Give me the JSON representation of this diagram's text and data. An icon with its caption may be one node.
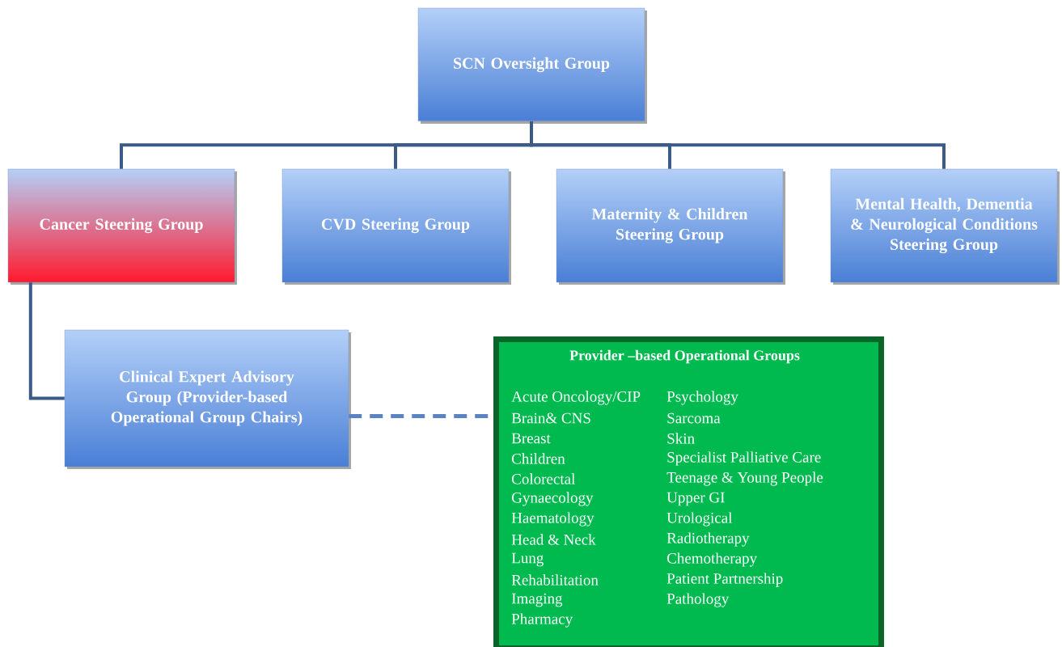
{
  "diagram": {
    "nodes": [
      {
        "text": [
          "SCN Oversight Group"
        ]
      },
      {
        "text": [
          "Cancer Steering Group"
        ]
      },
      {
        "text": [
          "CVD Steering Group"
        ]
      },
      {
        "text": [
          "Maternity & Children Steering Group"
        ]
      },
      {
        "text": [
          "Mental Health, Dementia & Neurological Conditions Steering Group"
        ]
      },
      {
        "text": [
          "Clinical Expert Advisory Group (Provider-based Operational Group Chairs)"
        ]
      },
      {
        "text": [
          "Provider –based Operational Groups",
          "Acute Oncology/CIP",
          "Brain& CNS",
          "Breast",
          "Children",
          "Colorectal",
          "Gynaecology",
          "Haematology",
          "Head & Neck",
          "Lung",
          "Rehabilitation",
          "Imaging",
          "Pharmacy",
          "Psychology",
          "Sarcoma",
          "Skin",
          "Specialist Palliative Care",
          "Teenage & Young People",
          "Upper GI",
          "Urological",
          "Radiotherapy",
          "Chemotherapy",
          "Patient Partnership",
          "Pathology"
        ]
      }
    ],
    "edges": [
      {
        "from": 0,
        "to": 1,
        "arrow": "none"
      },
      {
        "from": 0,
        "to": 2,
        "arrow": "none"
      },
      {
        "from": 0,
        "to": 3,
        "arrow": "none"
      },
      {
        "from": 0,
        "to": 4,
        "arrow": "none"
      },
      {
        "from": 1,
        "to": 5,
        "arrow": "none"
      },
      {
        "from": 5,
        "to": 6,
        "arrow": "none",
        "style": "dashed",
        "color": "#5b82c4"
      }
    ]
  }
}
